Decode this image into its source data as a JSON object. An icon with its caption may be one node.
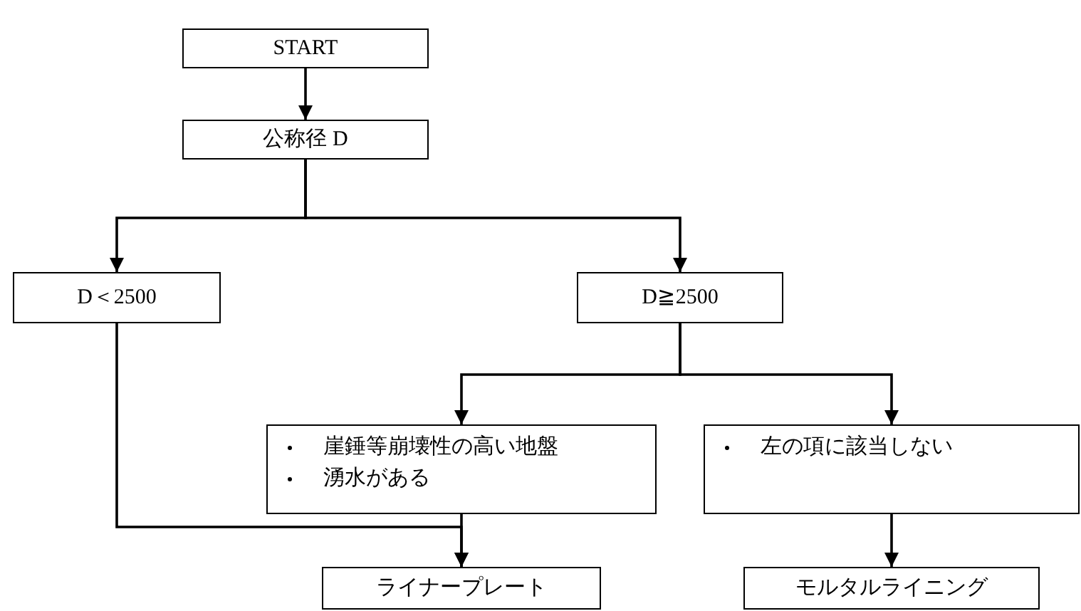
{
  "diagram": {
    "nodes": [
      {
        "text": [
          "START"
        ]
      },
      {
        "text": [
          "公称径 D"
        ]
      },
      {
        "text": [
          "D＜2500"
        ]
      },
      {
        "text": [
          "D≧2500"
        ]
      },
      {
        "text": [
          "崖錘等崩壊性の高い地盤",
          "湧水がある"
        ]
      },
      {
        "text": [
          "左の項に該当しない"
        ]
      },
      {
        "text": [
          "ライナープレート"
        ]
      },
      {
        "text": [
          "モルタルライニング"
        ]
      }
    ],
    "edges": [
      {
        "from": 0,
        "to": 1,
        "arrow": "to"
      },
      {
        "from": 1,
        "to": 2,
        "arrow": "to"
      },
      {
        "from": 1,
        "to": 3,
        "arrow": "to"
      },
      {
        "from": 3,
        "to": 4,
        "arrow": "to"
      },
      {
        "from": 3,
        "to": 5,
        "arrow": "to"
      },
      {
        "from": 4,
        "to": 6,
        "arrow": "to"
      },
      {
        "from": 2,
        "to": 6,
        "arrow": "to"
      },
      {
        "from": 5,
        "to": 7,
        "arrow": "to"
      }
    ]
  }
}
